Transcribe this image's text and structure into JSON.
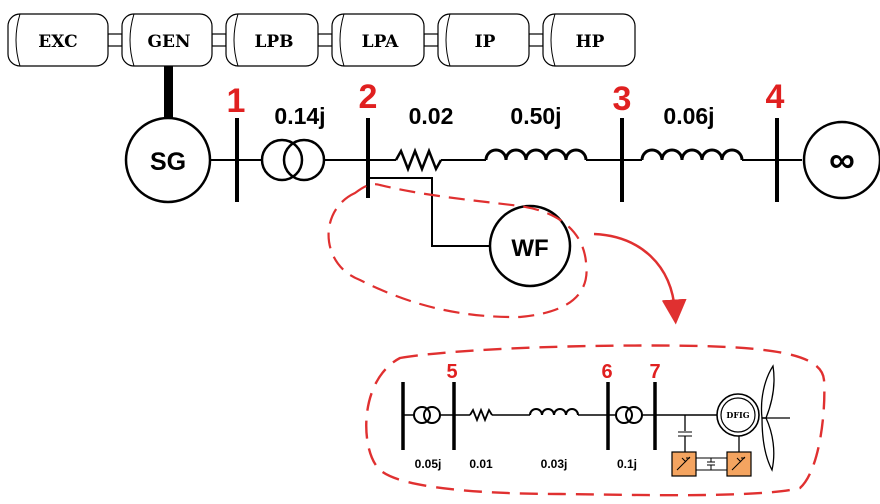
{
  "shaft": {
    "blocks": [
      "EXC",
      "GEN",
      "LPB",
      "LPA",
      "IP",
      "HP"
    ]
  },
  "main": {
    "generator_label": "SG",
    "infinite_bus_label": "∞",
    "wind_farm_label": "WF",
    "buses": [
      "1",
      "2",
      "3",
      "4"
    ],
    "impedances": {
      "transformer": "0.14j",
      "resistance": "0.02",
      "line_23": "0.50j",
      "line_34": "0.06j"
    }
  },
  "wind_farm_detail": {
    "buses": [
      "5",
      "6",
      "7"
    ],
    "values": [
      "0.05j",
      "0.01",
      "0.03j",
      "0.1j"
    ],
    "machine_label": "DFIG"
  },
  "colors": {
    "bus_number": "#e02020",
    "dashed_outline": "#e03030",
    "converter_fill": "#f4a460",
    "line": "#000000"
  }
}
